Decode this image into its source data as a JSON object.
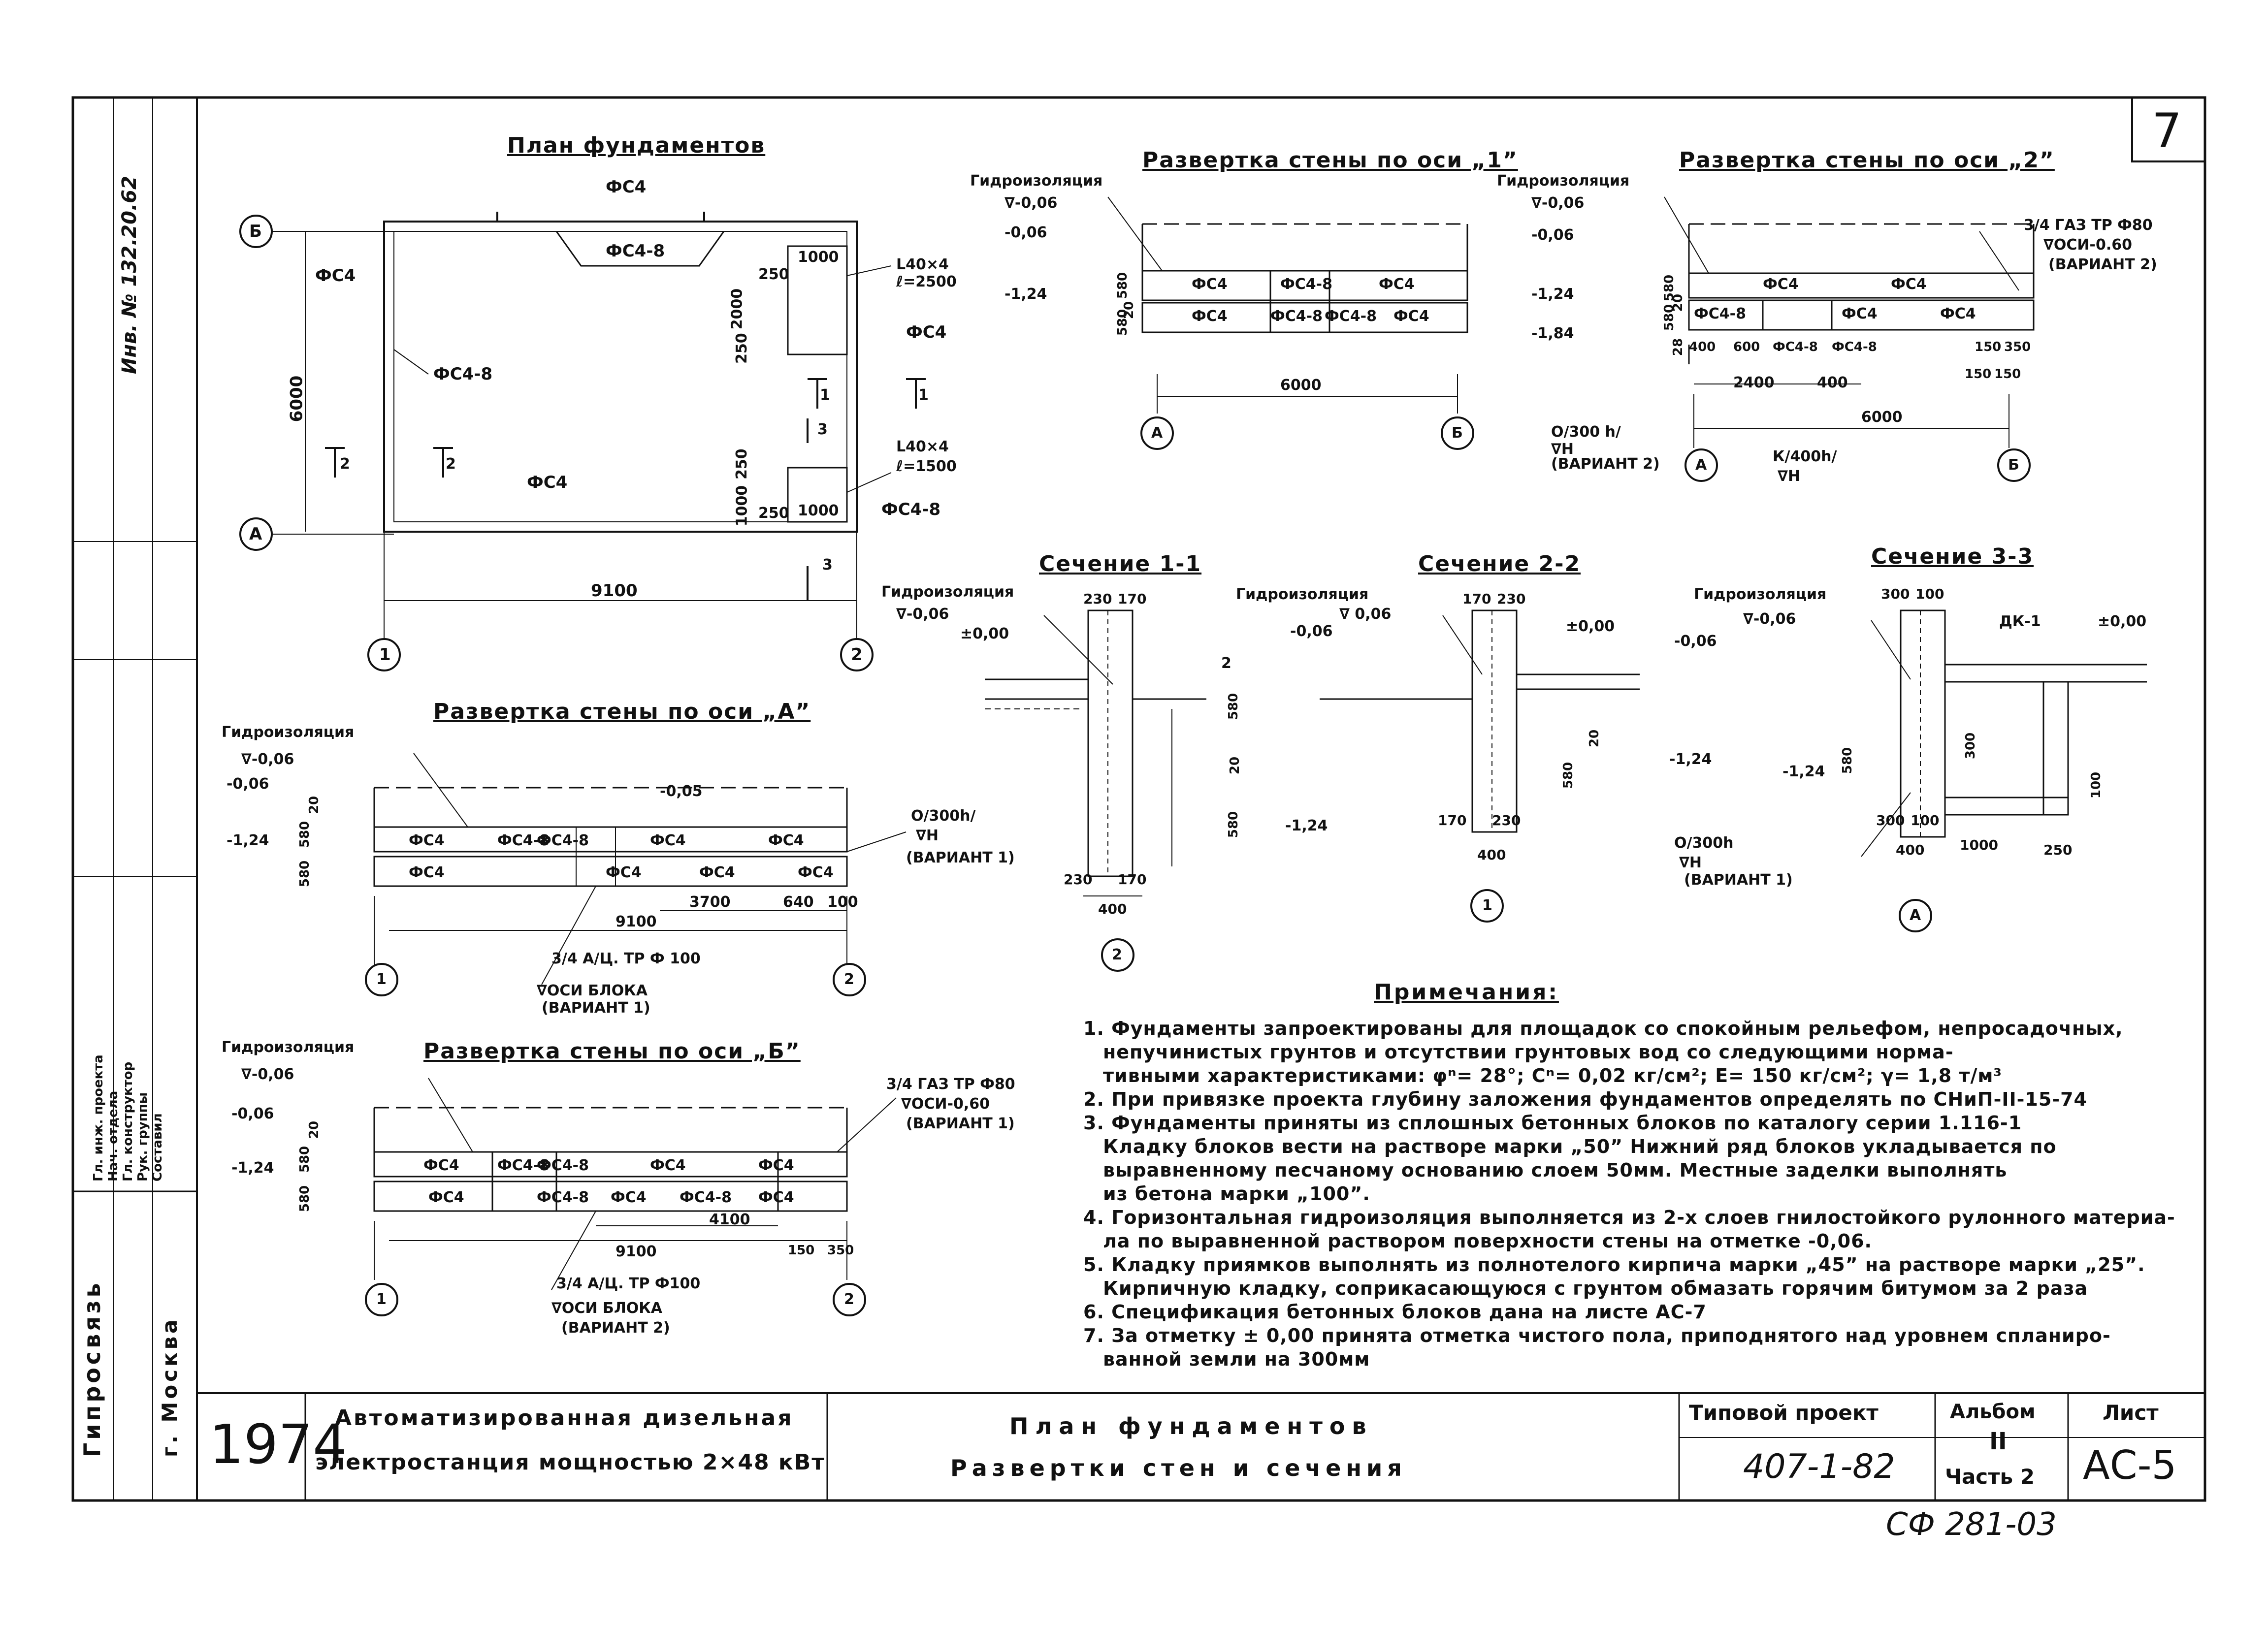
{
  "sheet_number": "7",
  "plan": {
    "title": "План фундаментов",
    "fs4_top": "ФС4",
    "fs4_8_top": "ФС4-8",
    "fs4_left": "ФС4",
    "fs4_8_left": "ФС4-8",
    "fs4_bottom": "ФС4",
    "fs4_right": "ФС4",
    "fs4_8_right": "ФС4-8",
    "angle1": "L40×4",
    "angle1_len": "ℓ=2500",
    "angle2": "L40×4",
    "angle2_len": "ℓ=1500",
    "dim_6000": "6000",
    "dim_9100": "9100",
    "dim_1000a": "1000",
    "dim_1000b": "1000",
    "dim_250a": "250",
    "dim_2000": "2000",
    "dim_250b": "250",
    "dim_250c": "250",
    "dim_1000c": "1000",
    "dim_250d": "250",
    "axis_b": "Б",
    "axis_a": "А",
    "axis_1": "1",
    "axis_2": "2",
    "cut_1": "1",
    "cut_1b": "1",
    "cut_2": "2",
    "cut_2b": "2",
    "cut_3": "3",
    "cut_3b": "3"
  },
  "razv1": {
    "title": "Развертка стены по оси „1”",
    "hydro": "Гидроизоляция",
    "lvl1": "∇-0,06",
    "lvl2": "-0,06",
    "lvl3": "-1,24",
    "blocks_top": [
      "ФС4",
      "ФС4-8",
      "ФС4"
    ],
    "blocks_bot": [
      "ФС4",
      "ФС4-8",
      "ФС4-8",
      "ФС4"
    ],
    "dim_6000": "6000",
    "axis_a": "А",
    "axis_b": "Б",
    "v580a": "580",
    "v20": "20",
    "v580b": "580"
  },
  "razv2": {
    "title": "Развертка стены по оси „2”",
    "hydro": "Гидроизоляция",
    "lvl1": "∇-0,06",
    "lvl2": "-0,06",
    "lvl3": "-1,24",
    "lvl4": "-1,84",
    "gas": "3/4 ГАЗ ТР Ф80",
    "gas_axis": "∇ОСИ-0.60",
    "variant2": "(ВАРИАНТ 2)",
    "blocks_top": [
      "ФС4",
      "ФС4"
    ],
    "blocks_bot": [
      "ФС4-8",
      "ФС4",
      "ФС4"
    ],
    "d400": "400",
    "d600": "600",
    "d_fs48a": "ФС4-8",
    "d_fs48b": "ФС4-8",
    "d150a": "150",
    "d350": "350",
    "d150b": "150",
    "d150c": "150",
    "d2400": "2400",
    "d400b": "400",
    "d6000": "6000",
    "o300": "О/300 h/",
    "vh": "∇Н",
    "variant2b": "(ВАРИАНТ 2)",
    "k400": "К/400h/",
    "vh2": "∇Н",
    "axis_a": "А",
    "axis_b": "Б",
    "v580a": "580",
    "v20": "20",
    "v580b": "580",
    "v28": "28"
  },
  "razvA": {
    "title": "Развертка стены по оси „А”",
    "hydro": "Гидроизоляция",
    "lvl1": "∇-0,06",
    "lvl2": "-0,06",
    "lvl3": "-0,05",
    "lvl4": "-1,24",
    "blocks_top": [
      "ФС4",
      "ФС4-8",
      "ФС4-8",
      "ФС4",
      "ФС4"
    ],
    "blocks_bot": [
      "ФС4",
      "ФС4",
      "ФС4",
      "ФС4"
    ],
    "o300": "О/300h/",
    "vh": "∇Н",
    "variant1": "(ВАРИАНТ 1)",
    "d9100": "9100",
    "d3700": "3700",
    "d640": "640",
    "d100": "100",
    "pipe": "3/4 А/Ц. ТР Ф 100",
    "pipe_axis": "∇ОСИ БЛОКА",
    "variant1b": "(ВАРИАНТ 1)",
    "axis_1": "1",
    "axis_2": "2",
    "v580a": "580",
    "v20": "20",
    "v580b": "580"
  },
  "razvB": {
    "title": "Развертка стены по оси „Б”",
    "hydro": "Гидроизоляция",
    "lvl1": "∇-0,06",
    "lvl2": "-0,06",
    "lvl3": "-1,24",
    "gas": "3/4 ГАЗ ТР Ф80",
    "gas_axis": "∇ОСИ-0,60",
    "variant1": "(ВАРИАНТ 1)",
    "blocks_top": [
      "ФС4",
      "ФС4-8",
      "ФС4-8",
      "ФС4",
      "ФС4"
    ],
    "blocks_bot": [
      "ФС4",
      "ФС4-8",
      "ФС4",
      "ФС4-8",
      "ФС4"
    ],
    "d4100": "4100",
    "d9100": "9100",
    "d150": "150",
    "d350": "350",
    "pipe": "3/4 А/Ц. ТР Ф100",
    "pipe_axis": "∇ОСИ БЛОКА",
    "variant2": "(ВАРИАНТ 2)",
    "axis_1": "1",
    "axis_2": "2",
    "v580a": "580",
    "v20": "20",
    "v580b": "580"
  },
  "sec11": {
    "title": "Сечение 1-1",
    "hydro": "Гидроизоляция",
    "lvl1": "∇-0,06",
    "lvl0": "±0,00",
    "d230": "230",
    "d170": "170",
    "lvl_m124": "-1,24",
    "d230b": "230",
    "d170b": "170",
    "d400": "400",
    "axis": "2",
    "v580a": "580",
    "v20": "20",
    "v580b": "580",
    "v2": "2"
  },
  "sec22": {
    "title": "Сечение 2-2",
    "hydro": "Гидроизоляция",
    "lvl1": "∇ 0,06",
    "lvl2": "-0,06",
    "lvl0": "±0,00",
    "lvl3": "-0,06",
    "d170": "170",
    "d230": "230",
    "lvl_m124": "-1,24",
    "d170b": "170",
    "d230b": "230",
    "d400": "400",
    "axis": "1",
    "v580": "580",
    "v20": "20"
  },
  "sec33": {
    "title": "Сечение 3-3",
    "hydro": "Гидроизоляция",
    "lvl1": "∇-0,06",
    "d300": "300",
    "d100": "100",
    "dk": "ДК-1",
    "lvl0": "±0,00",
    "lvl_m124": "-1,24",
    "d300b": "300",
    "d100b": "100",
    "d400": "400",
    "d1000": "1000",
    "d250": "250",
    "o300": "О/300h",
    "vh": "∇Н",
    "variant1": "(ВАРИАНТ 1)",
    "axis": "А",
    "v300": "300",
    "v580": "580",
    "v100": "100"
  },
  "notes": {
    "title": "Примечания:",
    "items": [
      "1. Фундаменты запроектированы для площадок со спокойным рельефом, непросадочных,",
      "непучинистых грунтов и отсутствии грунтовых вод со следующими норма-",
      "тивными характеристиками: φⁿ= 28°; Cⁿ= 0,02 кг/см²; Е= 150 кг/см²; γ= 1,8 т/м³",
      "2. При привязке проекта глубину заложения фундаментов определять по СНиП-II-15-74",
      "3. Фундаменты приняты из сплошных бетонных блоков по каталогу серии 1.116-1",
      "Кладку блоков вести на растворе марки „50” Нижний ряд блоков укладывается по",
      "выравненному песчаному основанию слоем 50мм. Местные заделки выполнять",
      "из бетона марки „100”.",
      "4. Горизонтальная гидроизоляция выполняется из 2-х слоев гнилостойкого рулонного материа-",
      "ла по выравненной раствором поверхности стены на отметке -0,06.",
      "5. Кладку приямков выполнять из полнотелого кирпича марки „45” на растворе марки „25”.",
      "Кирпичную кладку, соприкасающуюся с грунтом обмазать горячим битумом за 2 раза",
      "6. Спецификация бетонных блоков дана на листе АС-7",
      "7. За отметку ± 0,00 принята отметка чистого пола, приподнятого над уровнем спланиро-",
      "ванной земли на 300мм"
    ]
  },
  "stamp": {
    "year": "1974",
    "project_line1": "Автоматизированная дизельная",
    "project_line2": "электростанция мощностью 2×48 кВт",
    "drawing_line1": "План фундаментов",
    "drawing_line2": "Развертки стен и сечения",
    "typproj_label": "Типовой проект",
    "typproj_value": "407-1-82",
    "album_label": "Альбом",
    "album_value": "II",
    "part_label": "Часть 2",
    "sheet_label": "Лист",
    "sheet_value": "АС-5",
    "bottom_code": "СФ 281-03"
  },
  "side": {
    "org": "Гипросвязь",
    "city": "г. Москва",
    "roles": [
      "Гл. инж. проекта",
      "Нач. отдела",
      "Гл. конструктор",
      "Рук. группы",
      "Составил"
    ],
    "top_code": "Инв. № 132.20.62"
  }
}
